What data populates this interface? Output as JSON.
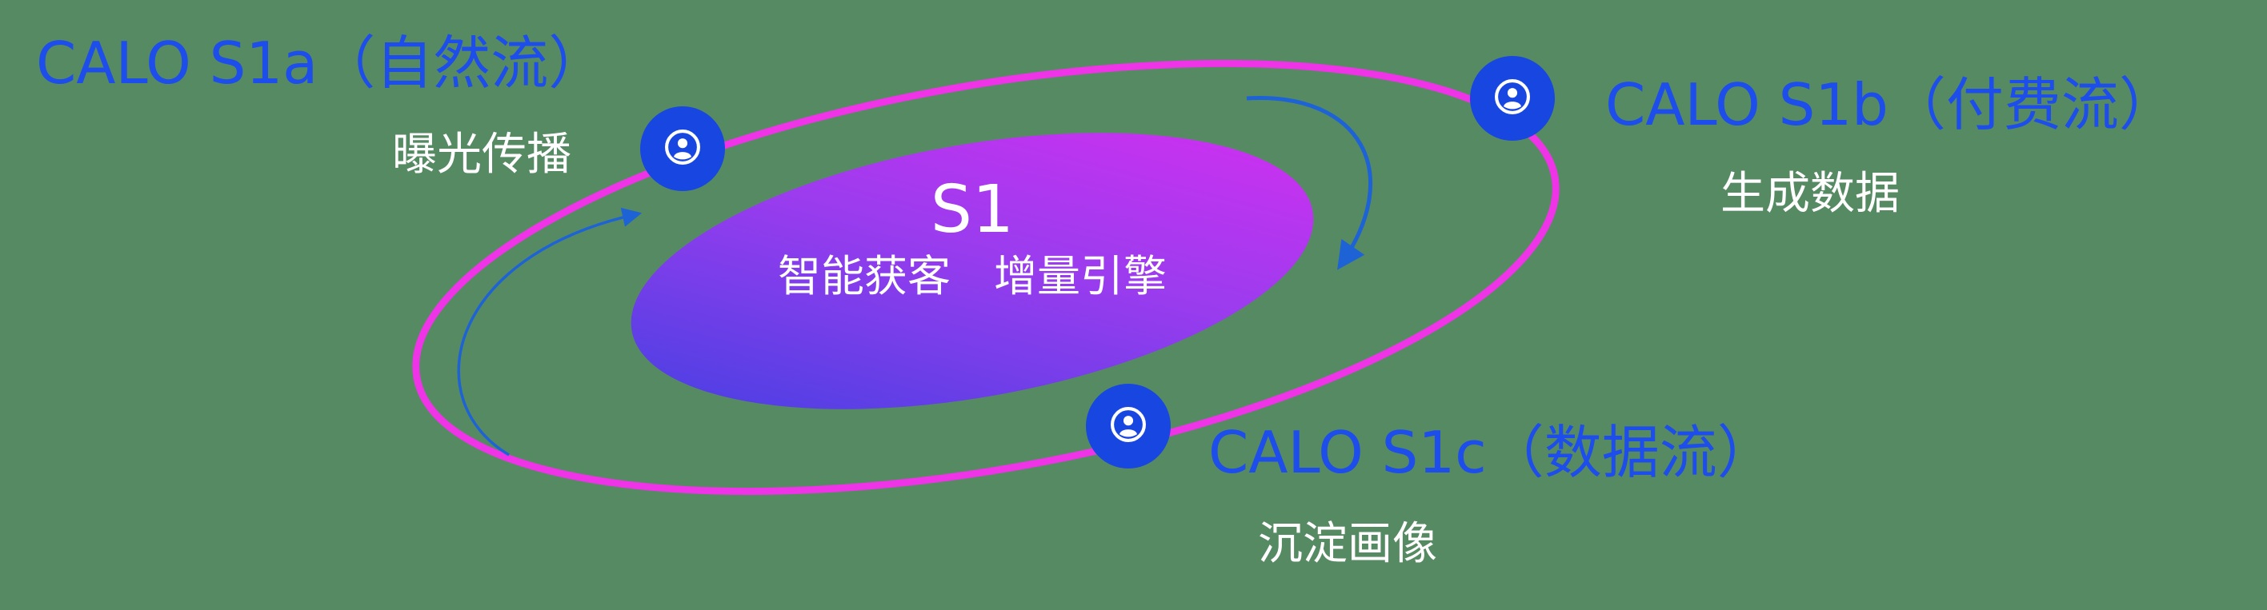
{
  "canvas": {
    "background": "#568a63"
  },
  "core": {
    "title": "S1",
    "subtitle": "智能获客　增量引擎"
  },
  "nodes": [
    {
      "id": "s1a",
      "icon": "user-icon",
      "label": "CALO S1a（自然流）",
      "sublabel": "曝光传播"
    },
    {
      "id": "s1b",
      "icon": "user-icon",
      "label": "CALO S1b（付费流）",
      "sublabel": "生成数据"
    },
    {
      "id": "s1c",
      "icon": "user-icon",
      "label": "CALO S1c（数据流）",
      "sublabel": "沉淀画像"
    }
  ],
  "colors": {
    "label_blue": "#1d4deb",
    "node_blue": "#1746e0",
    "orbit_pink": "#ee34e6",
    "arrow_blue": "#1e63d6",
    "core_gradient_start": "#4340e2",
    "core_gradient_mid": "#9a3cee",
    "core_gradient_end": "#d42ff0",
    "text_white": "#ffffff"
  }
}
